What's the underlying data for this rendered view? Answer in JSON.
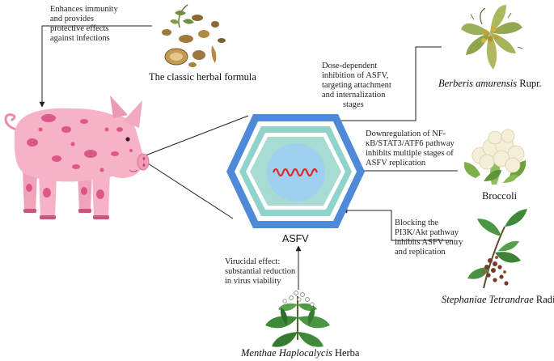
{
  "center": {
    "label": "ASFV"
  },
  "sources": {
    "herbal": {
      "name": "The classic herbal formula",
      "effect": [
        "Enhances immunity",
        "and provides",
        "protective effects",
        "against infections"
      ]
    },
    "berberis": {
      "name_italic": "Berberis amurensis",
      "name_suffix": " Rupr.",
      "effect": [
        "Dose-dependent",
        "inhibition of ASFV,",
        "targeting attachment",
        "and internalization",
        "stages"
      ]
    },
    "broccoli": {
      "name": "Broccoli",
      "effect": [
        "Downregulation of NF-",
        "κB/STAT3/ATF6 pathway",
        "inhibits multiple stages of",
        "ASFV replication"
      ]
    },
    "stephaniae": {
      "name_italic": "Stephaniae Tetrandrae",
      "name_suffix": " Radix",
      "effect": [
        "Blocking the",
        "PI3K/Akt pathway",
        "inhibits ASFV entry",
        "and replication"
      ]
    },
    "menthae": {
      "name_italic": "Menthae Haplocalycis",
      "name_suffix": " Herba",
      "effect": [
        "Virucidal effect:",
        "substantial reduction",
        "in virus viability"
      ]
    }
  },
  "colors": {
    "outer_hex": "#4f8ad8",
    "inner_hex": "#8fd3ca",
    "nucleus": "#9fd0ef",
    "dna": "#e02626",
    "pig_body": "#f6b3c6",
    "pig_spots": "#d9477e"
  }
}
